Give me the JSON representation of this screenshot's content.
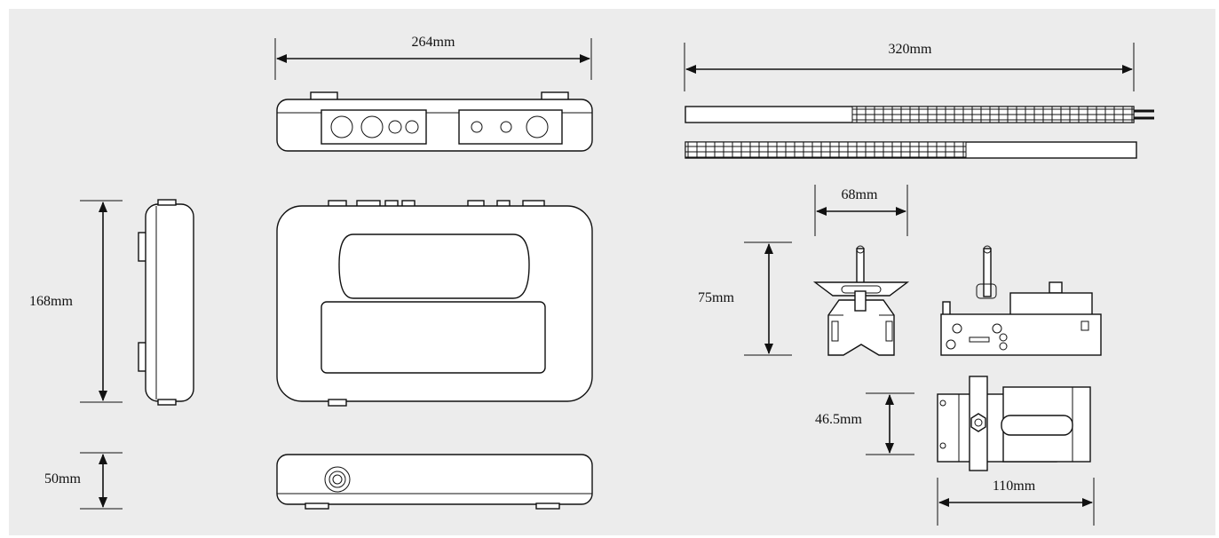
{
  "dimensions": {
    "top_width": "264mm",
    "side_height": "168mm",
    "front_height": "50mm",
    "cable_length": "320mm",
    "clamp_width": "68mm",
    "clamp_height": "75mm",
    "base_depth": "46.5mm",
    "base_length": "110mm"
  },
  "colors": {
    "background": "#ececec",
    "line": "#111111",
    "fill": "#ffffff"
  }
}
